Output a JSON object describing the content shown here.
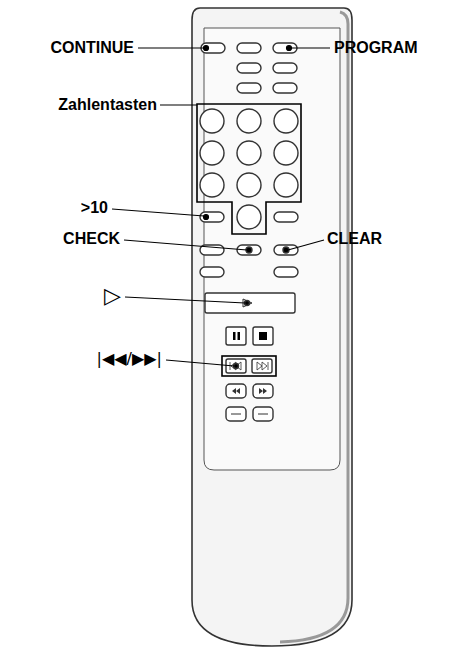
{
  "diagram": {
    "labels": [
      "CONTINUE",
      "PROGRAM",
      "Zahlentasten",
      ">10",
      "CHECK",
      "CLEAR",
      "▷",
      "|◀◀/▶▶|"
    ]
  }
}
